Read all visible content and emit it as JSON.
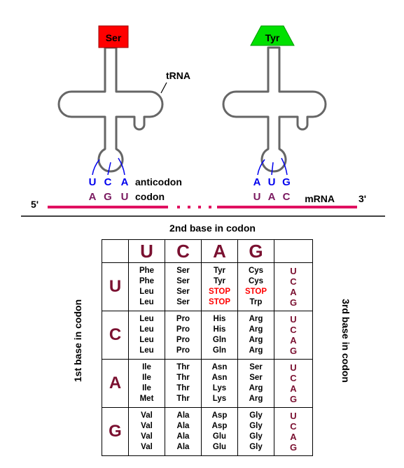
{
  "trna": {
    "label": "tRNA",
    "left_amino_acid": "Ser",
    "right_amino_acid": "Tyr",
    "left_anticodon": [
      "U",
      "C",
      "A"
    ],
    "left_codon": [
      "A",
      "G",
      "U"
    ],
    "right_anticodon": [
      "A",
      "U",
      "G"
    ],
    "right_codon": [
      "U",
      "A",
      "C"
    ],
    "anticodon_label": "anticodon",
    "codon_label": "codon",
    "mrna_label": "mRNA",
    "five_prime": "5'",
    "three_prime": "3'"
  },
  "colors": {
    "ser_box": "#ff0000",
    "tyr_box": "#00e000",
    "mrna": "#e01060",
    "anticodon": "#0000ee",
    "codon": "#7a1a60",
    "base_letters": "#7a1030",
    "stop": "#ff0000"
  },
  "table": {
    "top_label": "2nd base in codon",
    "left_label": "1st base in codon",
    "right_label": "3rd base in codon",
    "second_bases": [
      "U",
      "C",
      "A",
      "G"
    ],
    "rows": [
      {
        "first": "U",
        "third": [
          "U",
          "C",
          "A",
          "G"
        ],
        "cells": [
          [
            "Phe",
            "Phe",
            "Leu",
            "Leu"
          ],
          [
            "Ser",
            "Ser",
            "Ser",
            "Ser"
          ],
          [
            "Tyr",
            "Tyr",
            "STOP",
            "STOP"
          ],
          [
            "Cys",
            "Cys",
            "STOP",
            "Trp"
          ]
        ]
      },
      {
        "first": "C",
        "third": [
          "U",
          "C",
          "A",
          "G"
        ],
        "cells": [
          [
            "Leu",
            "Leu",
            "Leu",
            "Leu"
          ],
          [
            "Pro",
            "Pro",
            "Pro",
            "Pro"
          ],
          [
            "His",
            "His",
            "Gln",
            "Gln"
          ],
          [
            "Arg",
            "Arg",
            "Arg",
            "Arg"
          ]
        ]
      },
      {
        "first": "A",
        "third": [
          "U",
          "C",
          "A",
          "G"
        ],
        "cells": [
          [
            "Ile",
            "Ile",
            "Ile",
            "Met"
          ],
          [
            "Thr",
            "Thr",
            "Thr",
            "Thr"
          ],
          [
            "Asn",
            "Asn",
            "Lys",
            "Lys"
          ],
          [
            "Ser",
            "Ser",
            "Arg",
            "Arg"
          ]
        ]
      },
      {
        "first": "G",
        "third": [
          "U",
          "C",
          "A",
          "G"
        ],
        "cells": [
          [
            "Val",
            "Val",
            "Val",
            "Val"
          ],
          [
            "Ala",
            "Ala",
            "Ala",
            "Ala"
          ],
          [
            "Asp",
            "Asp",
            "Glu",
            "Glu"
          ],
          [
            "Gly",
            "Gly",
            "Gly",
            "Gly"
          ]
        ]
      }
    ]
  }
}
